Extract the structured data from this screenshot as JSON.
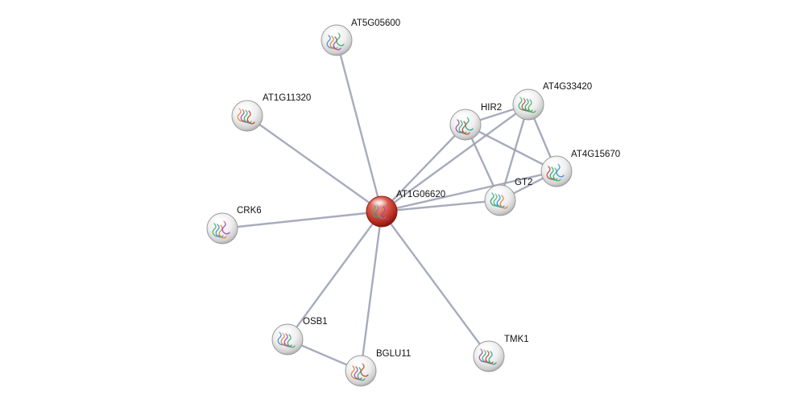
{
  "network": {
    "query_node": "AT1G06620",
    "nodes": [
      {
        "id": "AT1G06620",
        "label": "AT1G06620",
        "query": true
      },
      {
        "id": "AT5G05600",
        "label": "AT5G05600"
      },
      {
        "id": "AT1G11320",
        "label": "AT1G11320"
      },
      {
        "id": "HIR2",
        "label": "HIR2"
      },
      {
        "id": "AT4G33420",
        "label": "AT4G33420"
      },
      {
        "id": "AT4G15670",
        "label": "AT4G15670"
      },
      {
        "id": "GT2",
        "label": "GT2"
      },
      {
        "id": "CRK6",
        "label": "CRK6"
      },
      {
        "id": "OSB1",
        "label": "OSB1"
      },
      {
        "id": "BGLU11",
        "label": "BGLU11"
      },
      {
        "id": "TMK1",
        "label": "TMK1"
      }
    ],
    "edges": [
      [
        "AT1G06620",
        "AT5G05600"
      ],
      [
        "AT1G06620",
        "AT1G11320"
      ],
      [
        "AT1G06620",
        "HIR2"
      ],
      [
        "AT1G06620",
        "AT4G33420"
      ],
      [
        "AT1G06620",
        "AT4G15670"
      ],
      [
        "AT1G06620",
        "GT2"
      ],
      [
        "AT1G06620",
        "CRK6"
      ],
      [
        "AT1G06620",
        "OSB1"
      ],
      [
        "AT1G06620",
        "BGLU11"
      ],
      [
        "AT1G06620",
        "TMK1"
      ],
      [
        "HIR2",
        "AT4G33420"
      ],
      [
        "HIR2",
        "GT2"
      ],
      [
        "HIR2",
        "AT4G15670"
      ],
      [
        "AT4G33420",
        "GT2"
      ],
      [
        "AT4G33420",
        "AT4G15670"
      ],
      [
        "GT2",
        "AT4G15670"
      ],
      [
        "OSB1",
        "BGLU11"
      ]
    ],
    "colors": {
      "edge": "#9ea3b6",
      "node_fill": "#e4e4e4",
      "query_node_fill": "#c0392b"
    }
  }
}
